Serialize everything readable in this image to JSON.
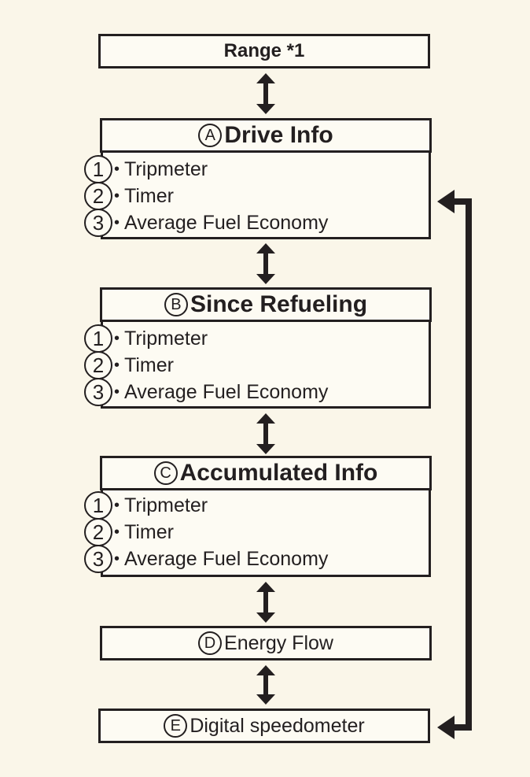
{
  "range": {
    "label": "Range *1"
  },
  "sections": [
    {
      "letter": "A",
      "title": "Drive Info",
      "items": [
        "Tripmeter",
        "Timer",
        "Average Fuel Economy"
      ]
    },
    {
      "letter": "B",
      "title": "Since Refueling",
      "items": [
        "Tripmeter",
        "Timer",
        "Average Fuel Economy"
      ]
    },
    {
      "letter": "C",
      "title": "Accumulated Info",
      "items": [
        "Tripmeter",
        "Timer",
        "Average Fuel Economy"
      ]
    }
  ],
  "item_numbers": [
    "1",
    "2",
    "3"
  ],
  "energy_flow": {
    "letter": "D",
    "label": "Energy Flow"
  },
  "speedometer": {
    "letter": "E",
    "label": "Digital speedometer"
  },
  "colors": {
    "background": "#faf6e9",
    "line": "#231f20",
    "box": "#fdfbf3"
  }
}
